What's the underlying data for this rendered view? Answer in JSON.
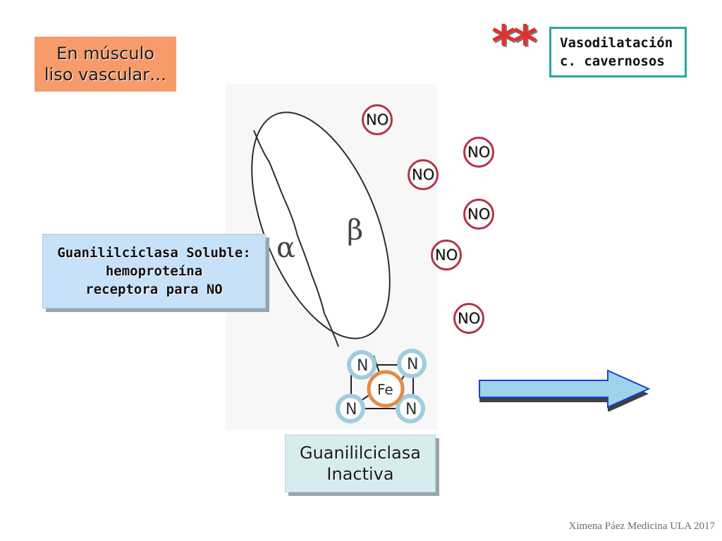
{
  "title": {
    "line1": "En músculo",
    "line2": "liso vascular…"
  },
  "vasodilatation": {
    "line1": "Vasodilatación",
    "line2": "c. cavernosos"
  },
  "stars": "**",
  "gc_soluble": {
    "line1": "Guanililciclasa Soluble:",
    "line2": "hemoproteína",
    "line3": "receptora para NO"
  },
  "gc_inactive": {
    "line1": "Guanililciclasa",
    "line2": "Inactiva"
  },
  "molecule": {
    "label": "NO",
    "count": 6
  },
  "enzyme": {
    "subunit_alpha": "α",
    "subunit_beta": "β",
    "center": "Fe",
    "ligand": "N"
  },
  "footer": "Ximena Páez Medicina ULA 2017",
  "colors": {
    "title_bg": "#f79b6a",
    "vaso_border": "#2aa7a2",
    "stars": "#e0322d",
    "gcs_bg": "#c7e1f9",
    "gci_bg": "#d6ecef",
    "no_ring": "#b2334a",
    "arrow_fill": "#9ed3ea",
    "arrow_stroke": "#1a3fd6"
  }
}
